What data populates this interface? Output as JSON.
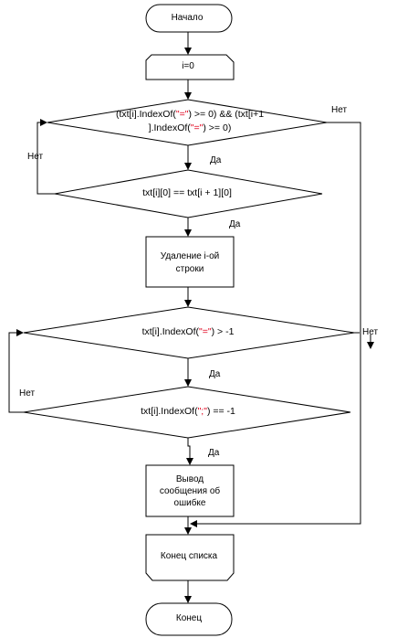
{
  "flowchart": {
    "start": "Начало",
    "init": "i=0",
    "cond1": {
      "line1_a": "(txt[i].IndexOf(",
      "line1_q": "\"=\"",
      "line1_b": ") >= 0) && (txt[i+1",
      "line2_a": "].IndexOf(",
      "line2_q": "\"=\"",
      "line2_b": ") >= 0)"
    },
    "cond2": "txt[i][0] == txt[i + 1][0]",
    "remove": [
      "Удаление i-ой",
      "строки"
    ],
    "cond3": {
      "a": "txt[i].IndexOf(",
      "q": "\"=\"",
      "b": ") > -1"
    },
    "cond4": {
      "a": "txt[i].IndexOf(",
      "q": "\";\"",
      "b": ") == -1"
    },
    "error": [
      "Вывод",
      "сообщения об",
      "ошибке"
    ],
    "loop_end": "Конец списка",
    "end": "Конец",
    "yes": "Да",
    "no": "Нет"
  }
}
